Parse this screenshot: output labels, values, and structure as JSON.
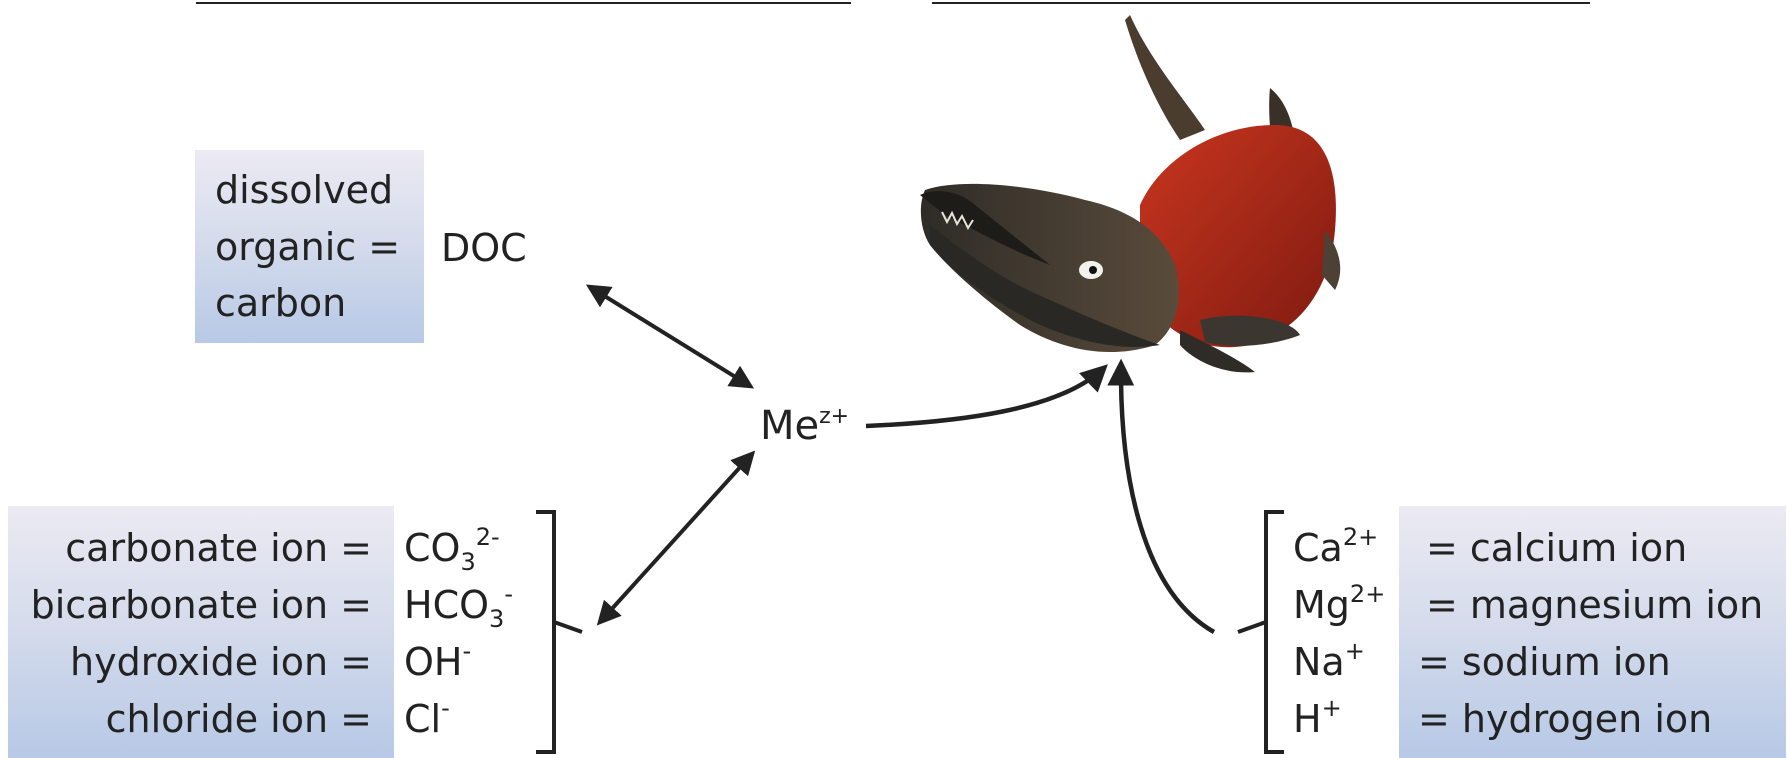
{
  "doc_box": {
    "lines": [
      "dissolved",
      "organic =",
      "carbon"
    ],
    "abbr": "DOC"
  },
  "metal": {
    "symbol": "Me",
    "charge": "z+"
  },
  "anions": {
    "names": [
      "carbonate ion =",
      "bicarbonate ion =",
      "hydroxide ion =",
      "chloride ion ="
    ],
    "formulas": [
      {
        "base": "CO",
        "sub": "3",
        "sup": "2-"
      },
      {
        "base": "HCO",
        "sub": "3",
        "sup": "-"
      },
      {
        "base": "OH",
        "sub": "",
        "sup": "-"
      },
      {
        "base": "Cl",
        "sub": "",
        "sup": "-"
      }
    ]
  },
  "cations": {
    "formulas": [
      {
        "base": "Ca",
        "sup": "2+"
      },
      {
        "base": "Mg",
        "sup": "2+"
      },
      {
        "base": "Na",
        "sup": "+"
      },
      {
        "base": "H",
        "sup": "+"
      }
    ],
    "names": [
      "= calcium ion",
      "= magnesium ion",
      "= sodium ion",
      "= hydrogen ion"
    ]
  },
  "colors": {
    "box_top": "#eceaf3",
    "box_bottom": "#b7c9e6",
    "fish_body": "#b02a18",
    "fish_head": "#3e3a32",
    "ink": "#222222"
  },
  "fish_icon": "salmon-illustration"
}
